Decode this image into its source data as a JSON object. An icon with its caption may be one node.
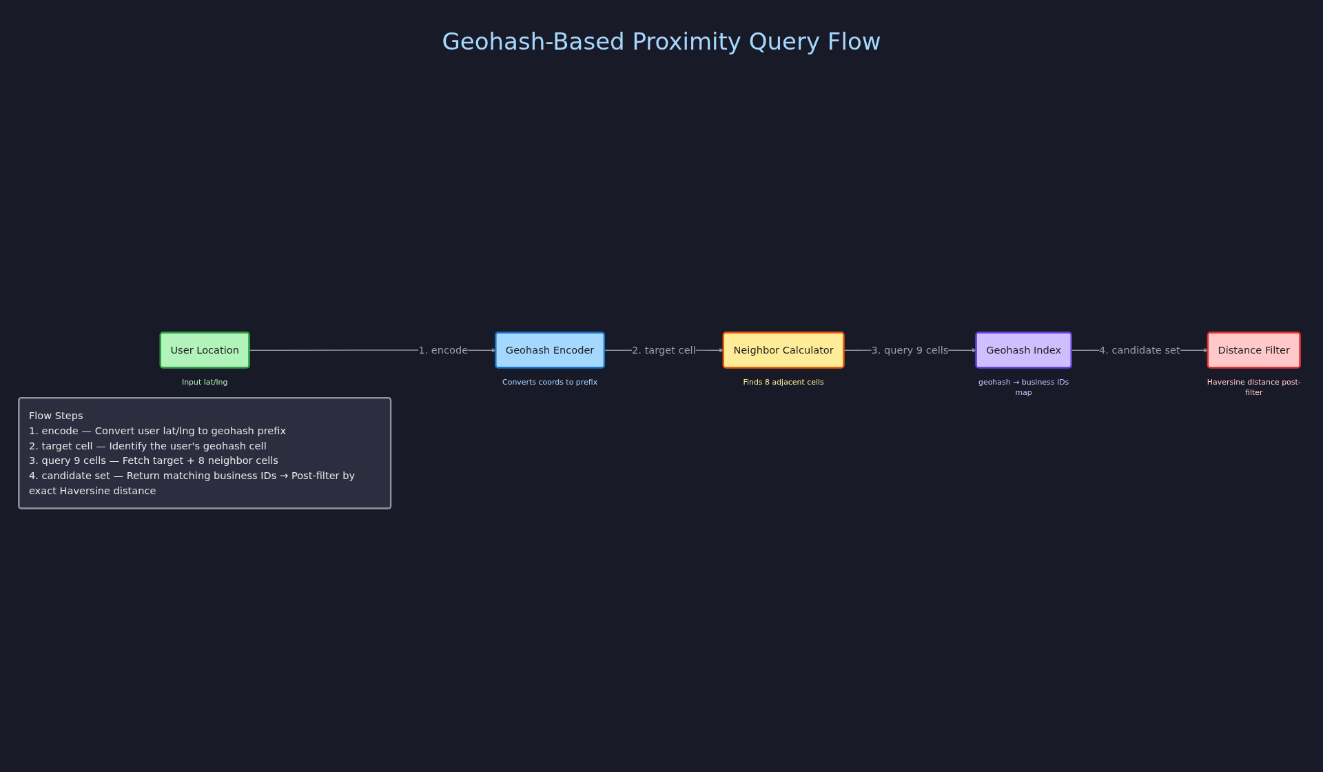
{
  "diagram": {
    "title": "Geohash-Based Proximity Query Flow",
    "nodes": [
      {
        "text": [
          "User Location"
        ],
        "beside": [
          "Input lat/lng"
        ]
      },
      {
        "text": [
          "Geohash Encoder"
        ],
        "beside": [
          "Converts coords to prefix"
        ]
      },
      {
        "text": [
          "Neighbor Calculator"
        ],
        "beside": [
          "Finds 8 adjacent cells"
        ]
      },
      {
        "text": [
          "Geohash Index"
        ],
        "beside": [
          "geohash → business IDs map"
        ]
      },
      {
        "text": [
          "Distance Filter"
        ],
        "beside": [
          "Haversine distance post-filter"
        ]
      },
      {
        "text": [
          "Flow Steps",
          "1. encode — Convert user lat/lng to geohash prefix",
          "2. target cell — Identify the user's geohash cell",
          "3. query 9 cells — Fetch target + 8 neighbor cells",
          "4. candidate set — Return matching business IDs → Post-filter by exact Haversine distance"
        ]
      }
    ],
    "edges": [
      {
        "from": 0,
        "to": 1,
        "arrow": "to",
        "label": "1. encode"
      },
      {
        "from": 1,
        "to": 2,
        "arrow": "to",
        "label": "2. target cell"
      },
      {
        "from": 2,
        "to": 3,
        "arrow": "to",
        "label": "3. query 9 cells"
      },
      {
        "from": 3,
        "to": 4,
        "arrow": "to",
        "label": "4. candidate set"
      }
    ]
  }
}
